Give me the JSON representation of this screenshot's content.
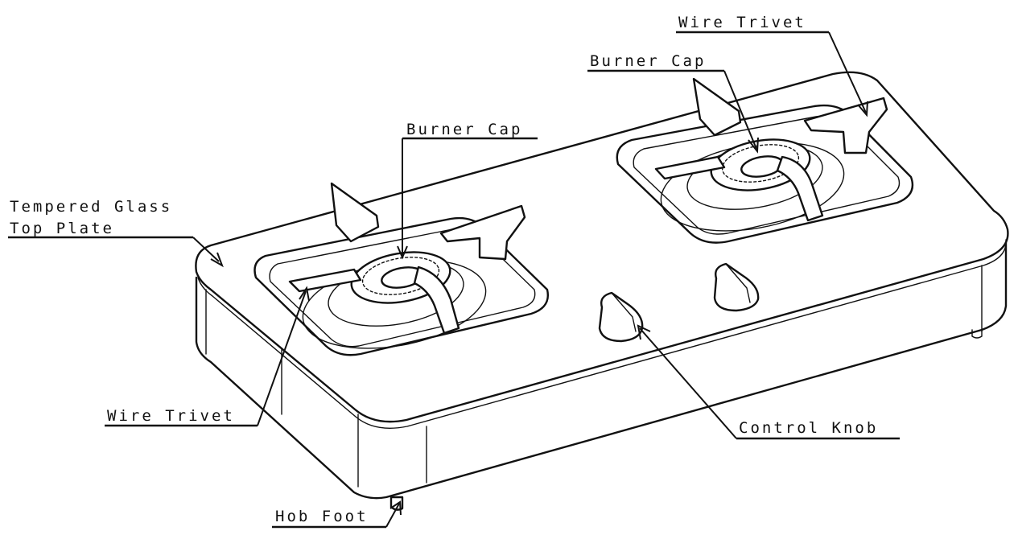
{
  "labels": {
    "tempered_glass_line1": "Tempered Glass",
    "tempered_glass_line2": "Top Plate",
    "burner_cap_left": "Burner Cap",
    "burner_cap_right": "Burner Cap",
    "wire_trivet_left": "Wire Trivet",
    "wire_trivet_right": "Wire Trivet",
    "control_knob": "Control Knob",
    "hob_foot": "Hob Foot"
  },
  "colors": {
    "ink": "#111111",
    "paper": "#ffffff"
  }
}
